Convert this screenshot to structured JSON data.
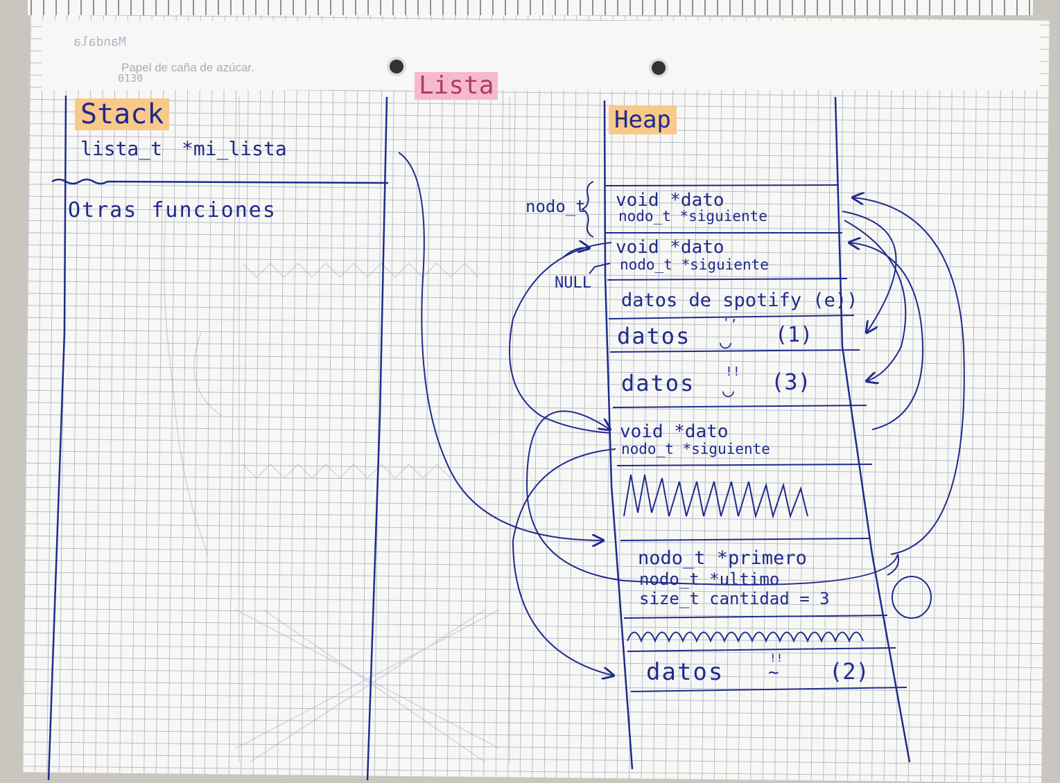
{
  "notebook": {
    "brand": "Mandala",
    "paper_note": "Papel de caña de azúcar.",
    "page_no": "0130"
  },
  "titles": {
    "stack": "Stack",
    "lista": "Lista",
    "heap": "Heap"
  },
  "stack": {
    "variable": "lista_t",
    "pointer": "*mi_lista",
    "other_functions": "Otras funciones"
  },
  "heap": {
    "node_label": "nodo_t",
    "null_label": "NULL",
    "cells": [
      {
        "line1": "void *dato",
        "line2": "nodo_t *siguiente"
      },
      {
        "line1": "void *dato",
        "line2": "nodo_t *siguiente"
      },
      {
        "line1": "datos de spotify (e))"
      },
      {
        "line1": "datos",
        "face": "ʽʼ",
        "mouth": "◡",
        "index": "(1)"
      },
      {
        "line1": "datos",
        "face": "!!",
        "mouth": "◡",
        "index": "(3)"
      },
      {
        "line1": "void *dato",
        "line2": "nodo_t *siguiente"
      },
      {
        "line1": "nodo_t *primero",
        "line2": "nodo_t *ultimo",
        "line3": "size_t cantidad = 3"
      },
      {
        "line1": "datos",
        "face": "!!",
        "mouth": "∼",
        "index": "(2)"
      }
    ]
  },
  "colors": {
    "ink": "#1f2a8c",
    "highlight_orange": "#f9c98a",
    "highlight_pink": "#f5b9cf",
    "grid": "#b9bcc7",
    "paper": "#f7f7f5"
  }
}
